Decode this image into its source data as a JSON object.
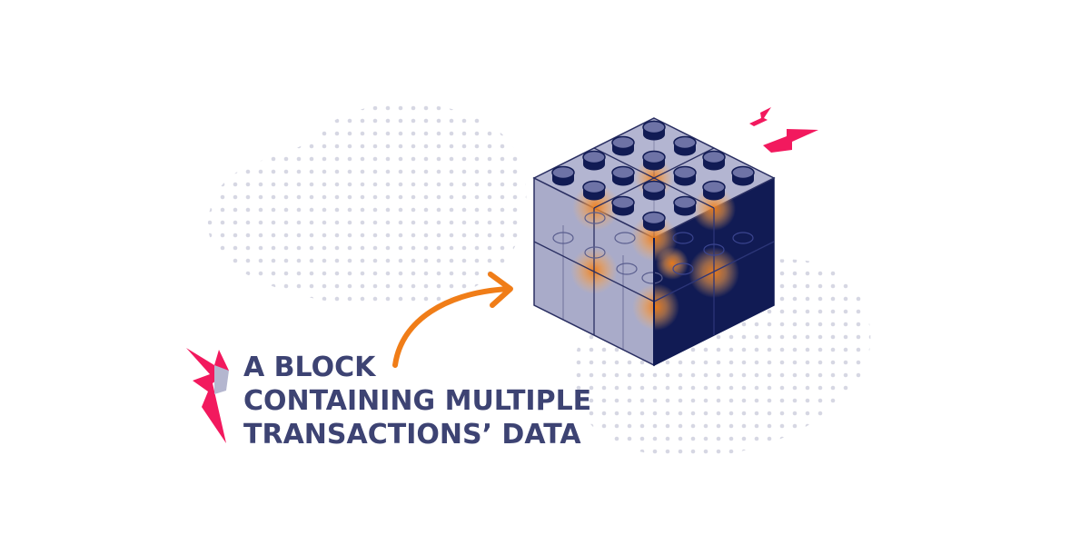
{
  "caption": {
    "lines": [
      "A BLOCK",
      "CONTAINING MULTIPLE",
      "TRANSACTIONS’ DATA"
    ]
  },
  "icons": {
    "block": "lego-block-cube-icon",
    "arrow": "curved-arrow-icon",
    "spark": "lightning-spark-icon"
  },
  "colors": {
    "text": "#3d4373",
    "navy": "#111b54",
    "face": "#a9abc9",
    "accent_orange": "#f07d18",
    "accent_pink": "#f2195e",
    "dots": "#d8d9e4"
  }
}
